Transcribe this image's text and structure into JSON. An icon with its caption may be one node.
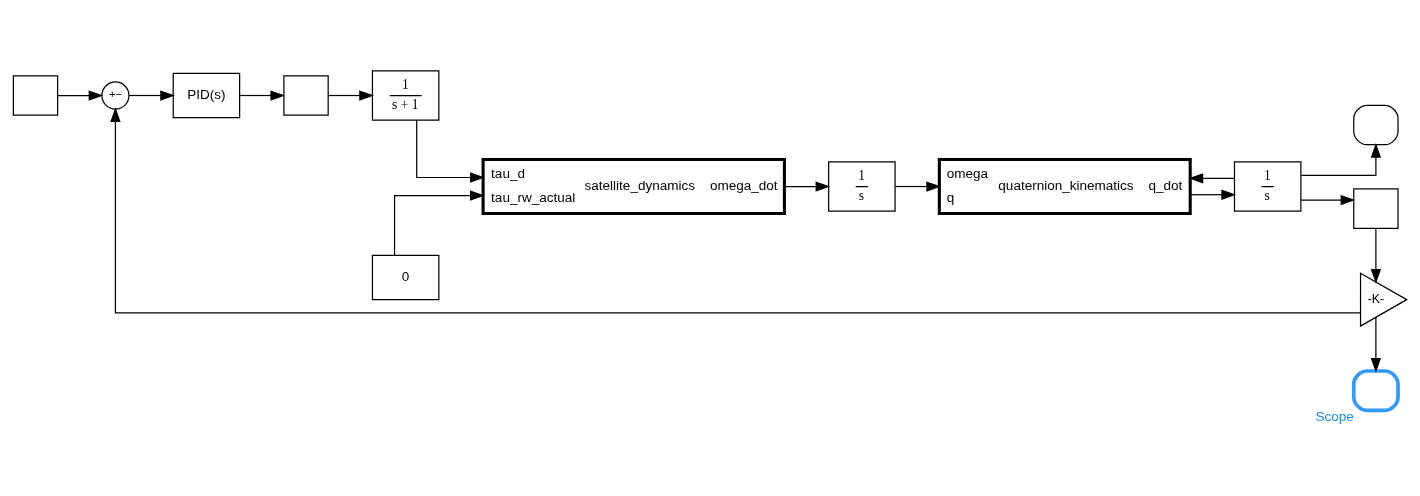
{
  "diagram": {
    "nodes": [
      {
        "text": [],
        "shape": "box"
      },
      {
        "text": [
          "+",
          "−"
        ]
      },
      {
        "text": [
          "PID(s)"
        ]
      },
      {
        "text": [],
        "shape": "box"
      },
      {
        "text": [
          "1",
          "s + 1"
        ]
      },
      {
        "text": [
          "0"
        ]
      },
      {
        "text": [
          "tau_d",
          "tau_rw_actual",
          "satellite_dynamics",
          "omega_dot"
        ]
      },
      {
        "text": [
          "1",
          "s"
        ]
      },
      {
        "text": [
          "omega",
          "q",
          "quaternion_kinematics",
          "q_dot"
        ]
      },
      {
        "text": [
          "1",
          "s"
        ]
      },
      {
        "text": [],
        "shape": "box"
      },
      {
        "text": [],
        "shape": "box",
        "beside": [
          "Scope"
        ]
      },
      {
        "text": [],
        "shape": "box"
      },
      {
        "text": [
          "-K-"
        ]
      }
    ],
    "edges": [
      {
        "from": 0,
        "to": 1,
        "arrow": "to"
      },
      {
        "from": 1,
        "to": 2,
        "arrow": "to"
      },
      {
        "from": 2,
        "to": 3,
        "arrow": "to"
      },
      {
        "from": 3,
        "to": 4,
        "arrow": "to"
      },
      {
        "from": 5,
        "to": 6,
        "arrow": "to"
      },
      {
        "from": 4,
        "to": 6,
        "arrow": "to"
      },
      {
        "from": 6,
        "to": 7,
        "arrow": "to"
      },
      {
        "from": 7,
        "to": 8,
        "arrow": "to"
      },
      {
        "from": 8,
        "to": 9,
        "arrow": "to"
      },
      {
        "from": 9,
        "to": 10,
        "arrow": "to"
      },
      {
        "from": 9,
        "to": 8,
        "arrow": "to"
      },
      {
        "from": 9,
        "to": 12,
        "arrow": "to"
      },
      {
        "from": 12,
        "to": 13,
        "arrow": "to"
      },
      {
        "from": 13,
        "to": 11,
        "arrow": "to"
      },
      {
        "from": 13,
        "to": 1,
        "arrow": "to"
      }
    ]
  }
}
